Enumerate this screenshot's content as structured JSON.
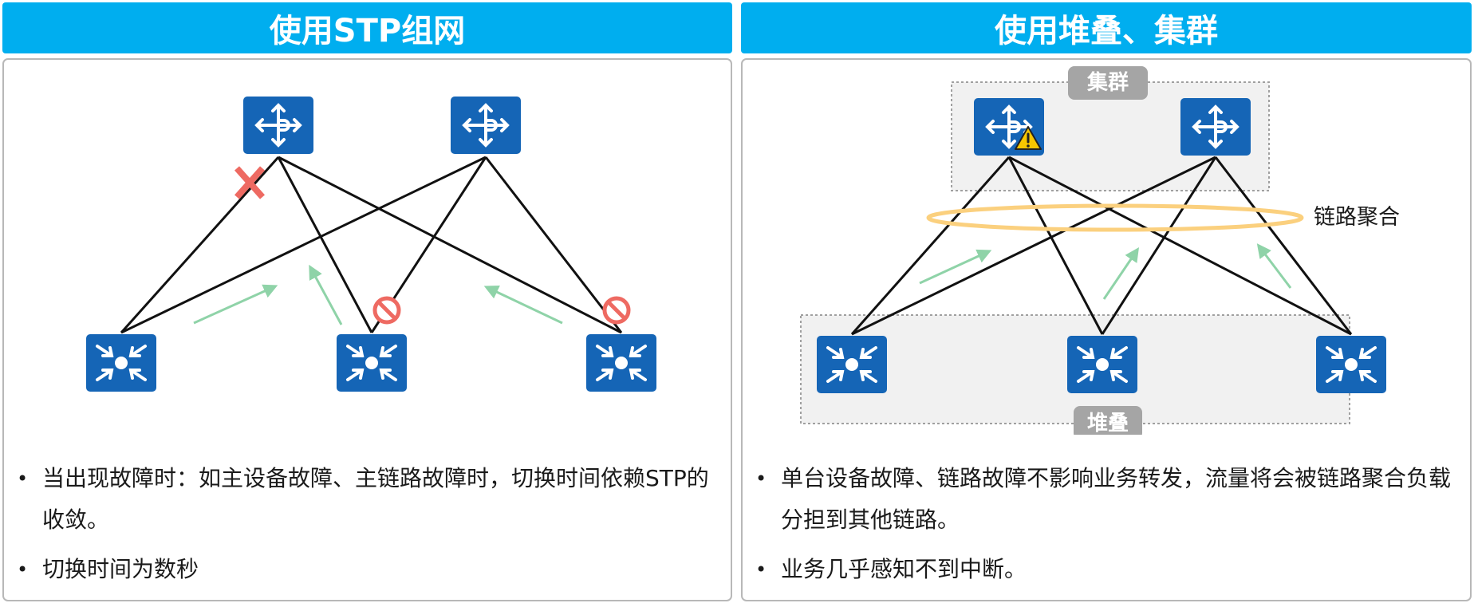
{
  "left": {
    "title": "使用STP组网",
    "bullets": [
      "当出现故障时：如主设备故障、主链路故障时，切换时间依赖STP的收敛。",
      "切换时间为数秒"
    ]
  },
  "right": {
    "title": "使用堆叠、集群",
    "cluster_label": "集群",
    "stack_label": "堆叠",
    "link_agg_label": "链路聚合",
    "bullets": [
      "单台设备故障、链路故障不影响业务转发，流量将会被链路聚合负载分担到其他链路。",
      "业务几乎感知不到中断。"
    ]
  },
  "colors": {
    "header_bg": "#00aeef",
    "device_blue": "#1565b6",
    "arrow_green": "#8fd3a8",
    "fault_red": "#ee6a62",
    "ring_orange": "#fbd07e",
    "group_bg": "#f1f1f1",
    "group_label_bg": "#a5a5a5",
    "warning_yellow": "#f7c600"
  },
  "icons": {
    "core": "router-icon",
    "access": "switch-icon",
    "fault": "fault-cross-icon",
    "blocked": "blocked-port-icon",
    "warning": "warning-icon"
  }
}
